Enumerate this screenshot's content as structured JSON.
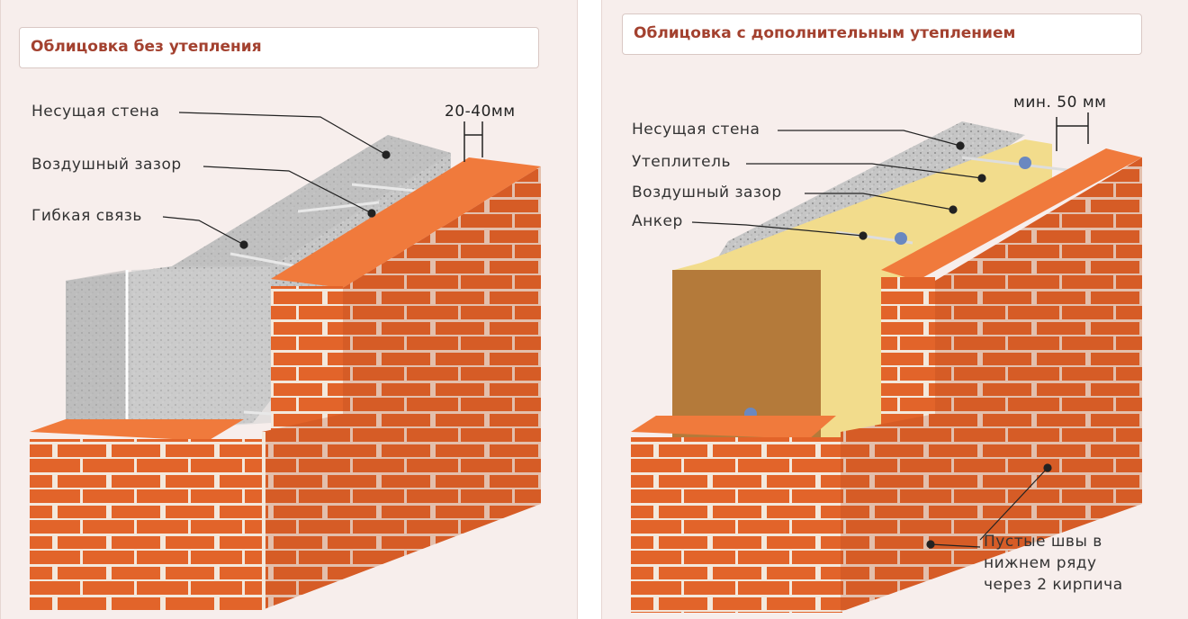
{
  "left": {
    "title": "Облицовка без утепления",
    "labels": {
      "bearing_wall": "Несущая стена",
      "air_gap": "Воздушный зазор",
      "flexible_tie": "Гибкая связь"
    },
    "dimension": "20-40мм"
  },
  "right": {
    "title": "Облицовка с дополнительным утеплением",
    "labels": {
      "bearing_wall": "Несущая стена",
      "insulation": "Утеплитель",
      "air_gap": "Воздушный зазор",
      "anchor": "Анкер"
    },
    "dimension": "мин. 50 мм",
    "note_lines": [
      "Пустые швы в",
      "нижнем ряду",
      "через 2 кирпича"
    ]
  },
  "colors": {
    "panel_bg": "#f7eeec",
    "title_text": "#a3412f",
    "brick": "#e2642a",
    "brick_top": "#f07a3c",
    "mortar": "#f3e8dc",
    "block": "#c9c9c9",
    "insulation": "#f2dc8c",
    "insulation_side": "#b47a3a",
    "leader": "#222222"
  }
}
